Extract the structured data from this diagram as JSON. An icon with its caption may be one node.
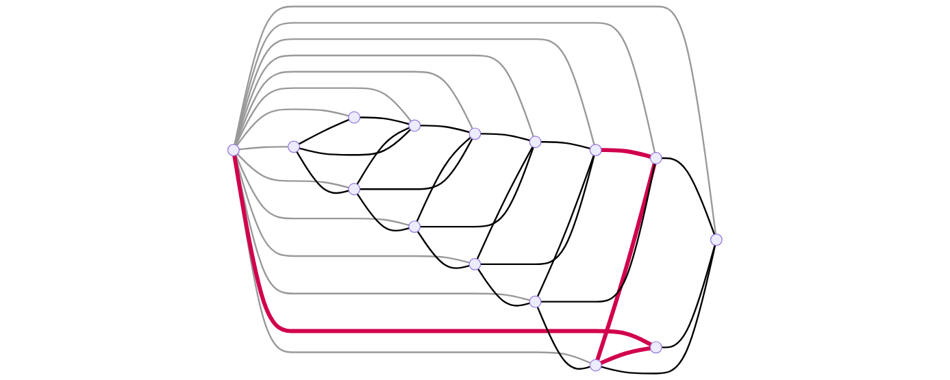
{
  "diagram": {
    "nodes": [
      {
        "text": [],
        "shape": "circle"
      },
      {
        "text": [],
        "shape": "circle"
      },
      {
        "text": [],
        "shape": "circle"
      },
      {
        "text": [],
        "shape": "circle"
      },
      {
        "text": [],
        "shape": "circle"
      },
      {
        "text": [],
        "shape": "circle"
      },
      {
        "text": [],
        "shape": "circle"
      },
      {
        "text": [],
        "shape": "circle"
      },
      {
        "text": [],
        "shape": "circle"
      },
      {
        "text": [],
        "shape": "circle"
      },
      {
        "text": [],
        "shape": "circle"
      },
      {
        "text": [],
        "shape": "circle"
      },
      {
        "text": [],
        "shape": "circle"
      },
      {
        "text": [],
        "shape": "circle"
      },
      {
        "text": [],
        "shape": "circle"
      }
    ],
    "edges": [
      {
        "from": 0,
        "to": 1,
        "arrow": "none",
        "color": "#999999"
      },
      {
        "from": 0,
        "to": 2,
        "arrow": "none",
        "color": "#999999"
      },
      {
        "from": 0,
        "to": 3,
        "arrow": "none",
        "color": "#999999"
      },
      {
        "from": 0,
        "to": 4,
        "arrow": "none",
        "color": "#999999"
      },
      {
        "from": 0,
        "to": 5,
        "arrow": "none",
        "color": "#999999"
      },
      {
        "from": 0,
        "to": 6,
        "arrow": "none",
        "color": "#999999"
      },
      {
        "from": 0,
        "to": 7,
        "arrow": "none",
        "style": "thick",
        "color": "#d1004d"
      },
      {
        "from": 0,
        "to": 8,
        "arrow": "none",
        "color": "#999999"
      },
      {
        "from": 0,
        "to": 9,
        "arrow": "none",
        "color": "#999999"
      },
      {
        "from": 0,
        "to": 10,
        "arrow": "none",
        "color": "#999999"
      },
      {
        "from": 0,
        "to": 11,
        "arrow": "none",
        "color": "#999999"
      },
      {
        "from": 0,
        "to": 12,
        "arrow": "none",
        "color": "#999999"
      },
      {
        "from": 0,
        "to": 13,
        "arrow": "none",
        "color": "#999999"
      },
      {
        "from": 0,
        "to": 14,
        "arrow": "none",
        "color": "#999999"
      },
      {
        "from": 1,
        "to": 2,
        "arrow": "none"
      },
      {
        "from": 2,
        "to": 3,
        "arrow": "none"
      },
      {
        "from": 3,
        "to": 4,
        "arrow": "none"
      },
      {
        "from": 4,
        "to": 5,
        "arrow": "none"
      },
      {
        "from": 5,
        "to": 6,
        "arrow": "none"
      },
      {
        "from": 6,
        "to": 7,
        "arrow": "none",
        "style": "thick",
        "color": "#d1004d"
      },
      {
        "from": 8,
        "to": 9,
        "arrow": "none"
      },
      {
        "from": 9,
        "to": 10,
        "arrow": "none"
      },
      {
        "from": 10,
        "to": 11,
        "arrow": "none"
      },
      {
        "from": 11,
        "to": 12,
        "arrow": "none"
      },
      {
        "from": 12,
        "to": 13,
        "arrow": "none",
        "style": "thick",
        "color": "#d1004d"
      },
      {
        "from": 13,
        "to": 14,
        "arrow": "none"
      },
      {
        "from": 1,
        "to": 8,
        "arrow": "none"
      },
      {
        "from": 2,
        "to": 9,
        "arrow": "none"
      },
      {
        "from": 3,
        "to": 10,
        "arrow": "none"
      },
      {
        "from": 4,
        "to": 11,
        "arrow": "none"
      },
      {
        "from": 5,
        "to": 12,
        "arrow": "none"
      },
      {
        "from": 6,
        "to": 13,
        "arrow": "none",
        "style": "thick",
        "color": "#d1004d"
      },
      {
        "from": 7,
        "to": 14,
        "arrow": "none"
      },
      {
        "from": 1,
        "to": 9,
        "arrow": "none"
      },
      {
        "from": 2,
        "to": 10,
        "arrow": "none"
      },
      {
        "from": 3,
        "to": 11,
        "arrow": "none"
      },
      {
        "from": 4,
        "to": 12,
        "arrow": "none"
      },
      {
        "from": 5,
        "to": 13,
        "arrow": "none"
      },
      {
        "from": 6,
        "to": 14,
        "arrow": "none"
      }
    ]
  }
}
